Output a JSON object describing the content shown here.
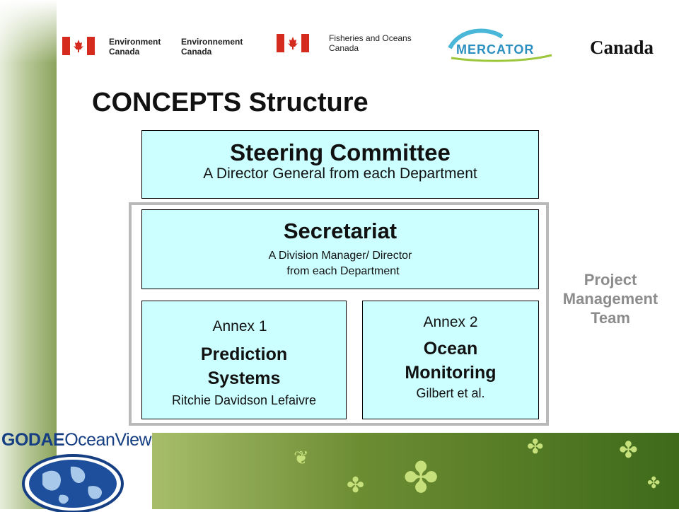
{
  "header": {
    "env_en": [
      "Environment",
      "Canada"
    ],
    "env_fr": [
      "Environnement",
      "Canada"
    ],
    "dfo": [
      "Fisheries and Oceans",
      "Canada"
    ],
    "mercator": "MERCATOR",
    "canada_wordmark": "Canada"
  },
  "title": "CONCEPTS Structure",
  "steering": {
    "title": "Steering Committee",
    "subtitle": "A Director General from each Department"
  },
  "secretariat": {
    "title": "Secretariat",
    "line1": "A Division Manager/ Director",
    "line2": "from each Department"
  },
  "annex1": {
    "label": "Annex 1",
    "title1": "Prediction",
    "title2": "Systems",
    "people": "Ritchie Davidson Lefaivre"
  },
  "annex2": {
    "label": "Annex 2",
    "title1": "Ocean",
    "title2": "Monitoring",
    "people": "Gilbert et al."
  },
  "pm_team": [
    "Project",
    "Management",
    "Team"
  ],
  "godae": {
    "part1": "GODAE",
    "part2": "OceanView"
  },
  "colors": {
    "box_fill": "#ccffff",
    "frame": "#b9b9b9",
    "pm_text": "#8c8c8c",
    "flag_red": "#d52b1e"
  }
}
